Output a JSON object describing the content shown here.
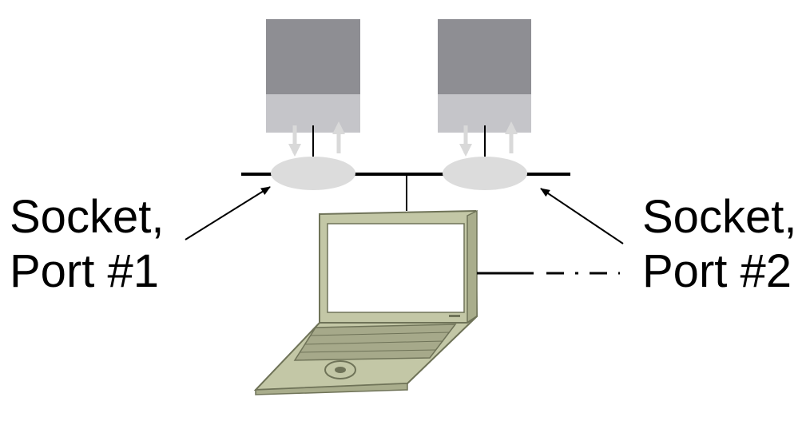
{
  "left_label": {
    "line1": "Socket,",
    "line2": "Port #1"
  },
  "right_label": {
    "line1": "Socket,",
    "line2": "Port #2"
  },
  "colors": {
    "process_top": "#8e8e93",
    "process_bottom": "#c5c5c9",
    "socket": "#dcdcdc",
    "arrow_light": "#d9d9d9",
    "laptop_body": "#c3c7a6",
    "laptop_outline": "#6f7358",
    "screen": "#ffffff",
    "keyboard": "#a6a98a",
    "line": "#000000"
  },
  "icons": {
    "process_1": "application-process-icon",
    "process_2": "application-process-icon",
    "socket_1": "socket-ellipse-icon",
    "socket_2": "socket-ellipse-icon",
    "laptop": "laptop-icon"
  }
}
